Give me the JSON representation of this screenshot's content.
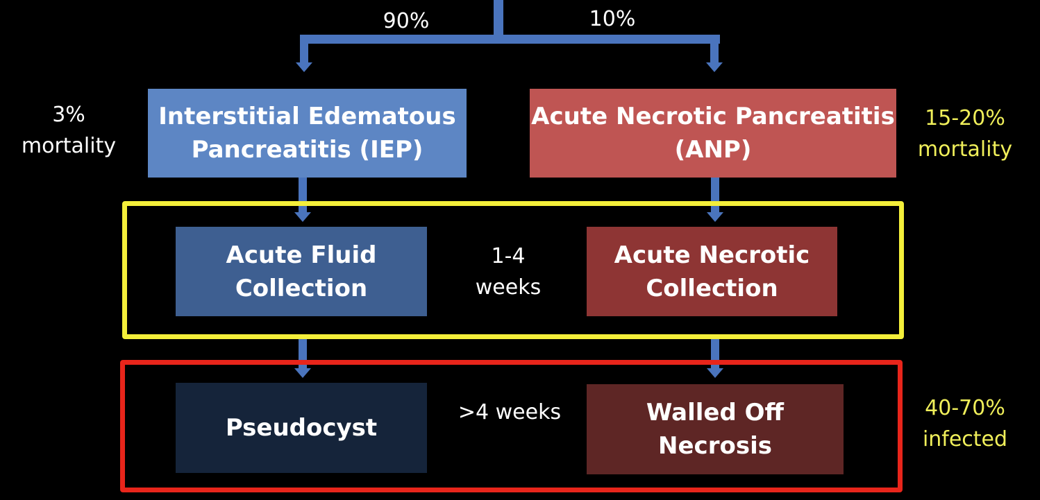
{
  "branch_left_percent": "90%",
  "branch_right_percent": "10%",
  "iep": {
    "line1": "Interstitial Edematous",
    "line2": "Pancreatitis (IEP)",
    "mortality_line1": "3%",
    "mortality_line2": "mortality"
  },
  "anp": {
    "line1": "Acute Necrotic Pancreatitis",
    "line2": "(ANP)",
    "mortality_line1": "15-20%",
    "mortality_line2": "mortality"
  },
  "stage1": {
    "left_line1": "Acute Fluid",
    "left_line2": "Collection",
    "right_line1": "Acute Necrotic",
    "right_line2": "Collection",
    "time_line1": "1-4",
    "time_line2": "weeks"
  },
  "stage2": {
    "left": "Pseudocyst",
    "right_line1": "Walled Off",
    "right_line2": "Necrosis",
    "time": ">4 weeks",
    "infected_line1": "40-70%",
    "infected_line2": "infected"
  },
  "colors": {
    "connector": "#4472c4",
    "iep_box": "#5d86c4",
    "anp_box": "#bf5553",
    "afc_box": "#3e5f91",
    "anc_box": "#8e3534",
    "pseudocyst_box": "#15243a",
    "won_box": "#5e2625",
    "yellow_frame": "#f4ef3a",
    "red_frame": "#e8251b",
    "annotation_yellow": "#f0ef5a"
  }
}
